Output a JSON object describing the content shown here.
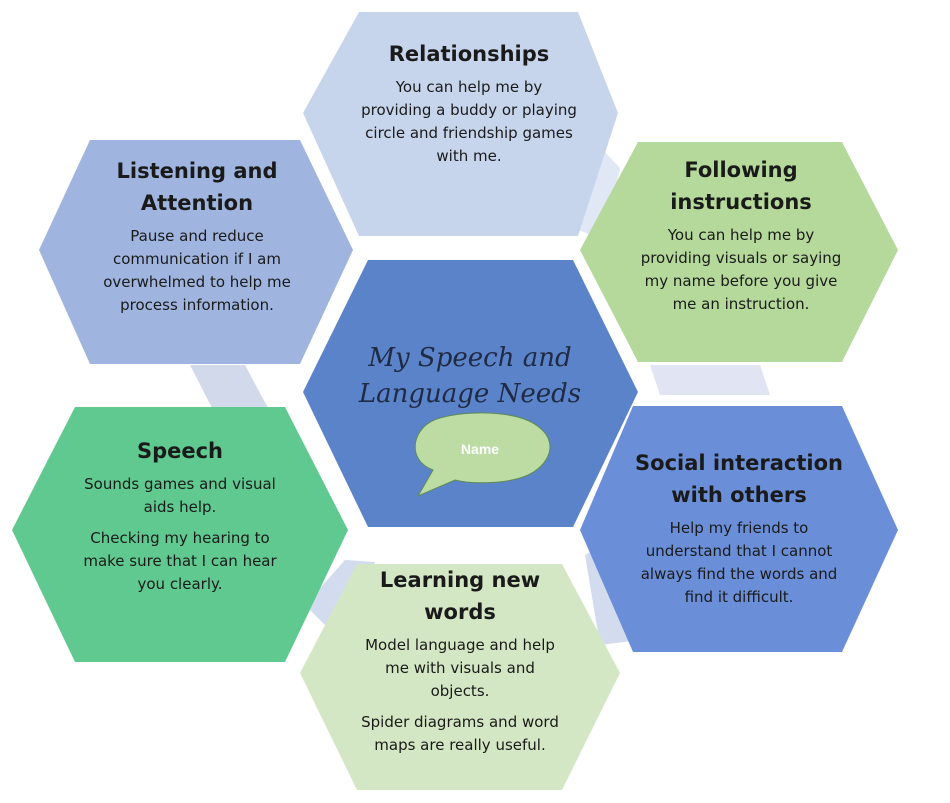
{
  "center": {
    "title_line1": "My Speech and",
    "title_line2": "Language Needs",
    "bubble_label": "Name"
  },
  "hexagons": {
    "relationships": {
      "title": "Relationships",
      "body": "You can help me by providing a buddy or playing circle and friendship games with me."
    },
    "listening": {
      "title_line1": "Listening and",
      "title_line2": "Attention",
      "body": "Pause and reduce communication if I am overwhelmed to help me process information."
    },
    "following": {
      "title_line1": "Following",
      "title_line2": "instructions",
      "body": "You can help me by providing visuals or saying my name before you give me an instruction."
    },
    "speech": {
      "title": "Speech",
      "body1": "Sounds games and visual aids help.",
      "body2": "Checking my hearing to make sure that I can hear you clearly."
    },
    "social": {
      "title_line1": "Social interaction",
      "title_line2": "with others",
      "body": "Help my friends to understand that I cannot always find the words and find it difficult."
    },
    "learning": {
      "title_line1": "Learning new",
      "title_line2": "words",
      "body1": "Model language and help me with visuals and objects.",
      "body2": "Spider diagrams and word maps are really useful."
    }
  },
  "colors": {
    "center": "#5b83c9",
    "relationships": "#c7d5ec",
    "listening": "#9fb4df",
    "following": "#b5d99a",
    "speech": "#5fc98f",
    "social": "#6a8fd8",
    "learning": "#d4e7c4",
    "bubble": "#bcdca3"
  }
}
